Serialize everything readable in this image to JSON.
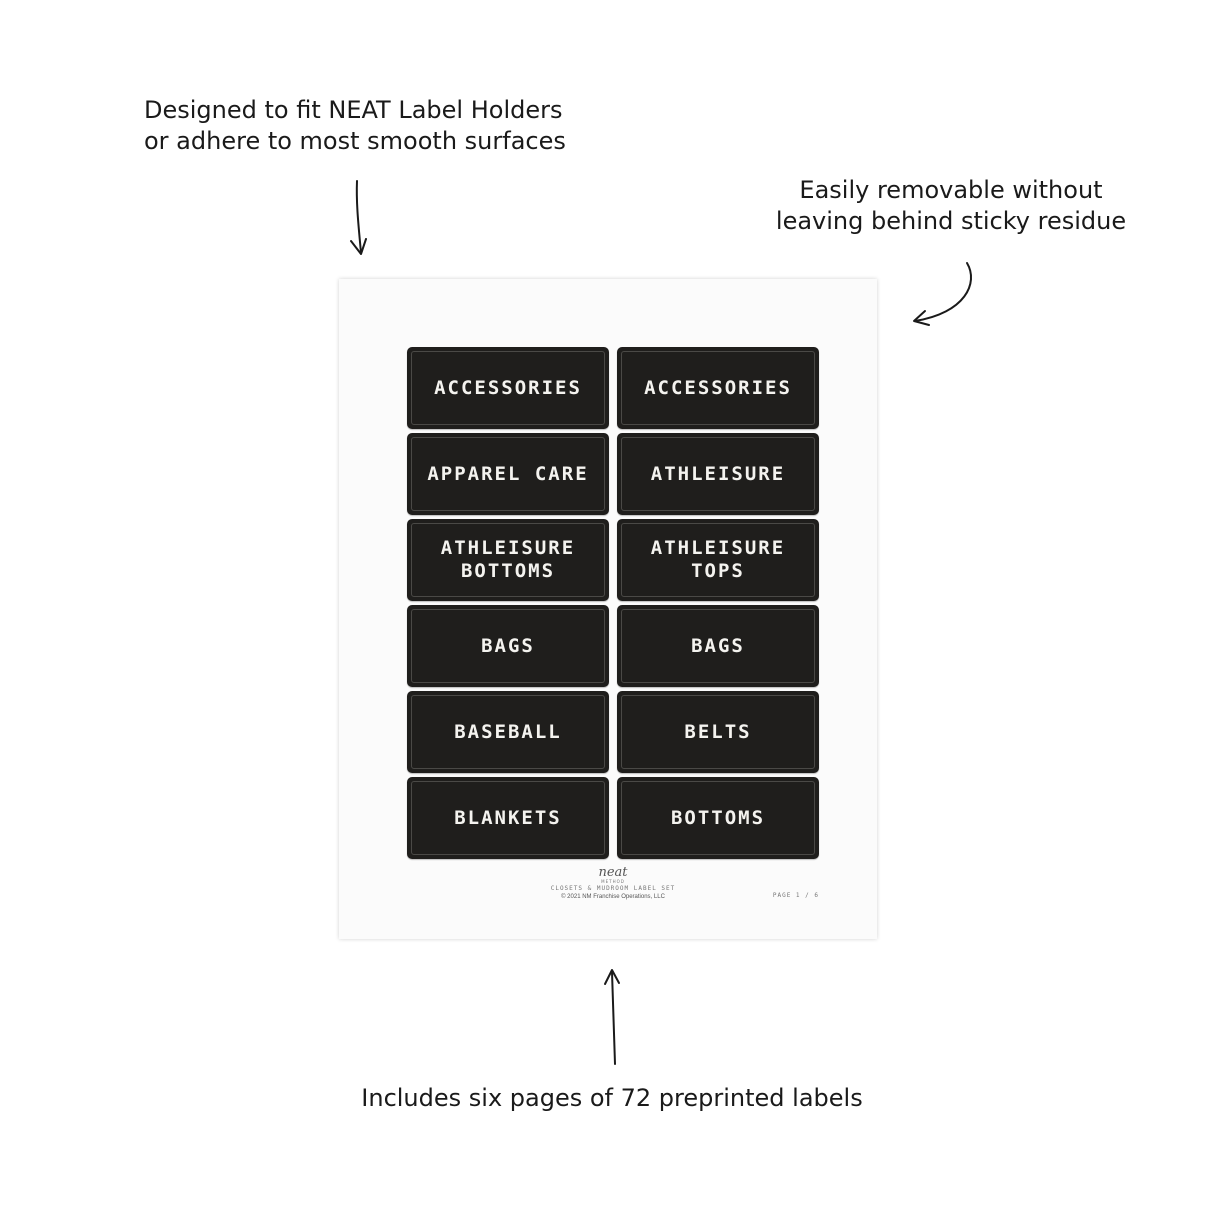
{
  "callouts": {
    "top_left": [
      "Designed to fit NEAT Label Holders",
      "or adhere to most smooth surfaces"
    ],
    "top_right": [
      "Easily removable without",
      "leaving behind sticky residue"
    ],
    "bottom": [
      "Includes six pages of 72 preprinted labels"
    ]
  },
  "labels": [
    "ACCESSORIES",
    "ACCESSORIES",
    "APPAREL CARE",
    "ATHLEISURE",
    "ATHLEISURE\nBOTTOMS",
    "ATHLEISURE\nTOPS",
    "BAGS",
    "BAGS",
    "BASEBALL",
    "BELTS",
    "BLANKETS",
    "BOTTOMS"
  ],
  "sheet_footer": {
    "brand": "neat",
    "brand_sub": "METHOD",
    "set_name": "CLOSETS & MUDROOM LABEL SET",
    "copyright": "© 2021 NM Franchise Operations, LLC",
    "page": "PAGE 1 / 6"
  },
  "colors": {
    "label_bg": "#1f1e1c",
    "label_text": "#f4f3ef",
    "sheet_bg": "#fbfbfb"
  }
}
